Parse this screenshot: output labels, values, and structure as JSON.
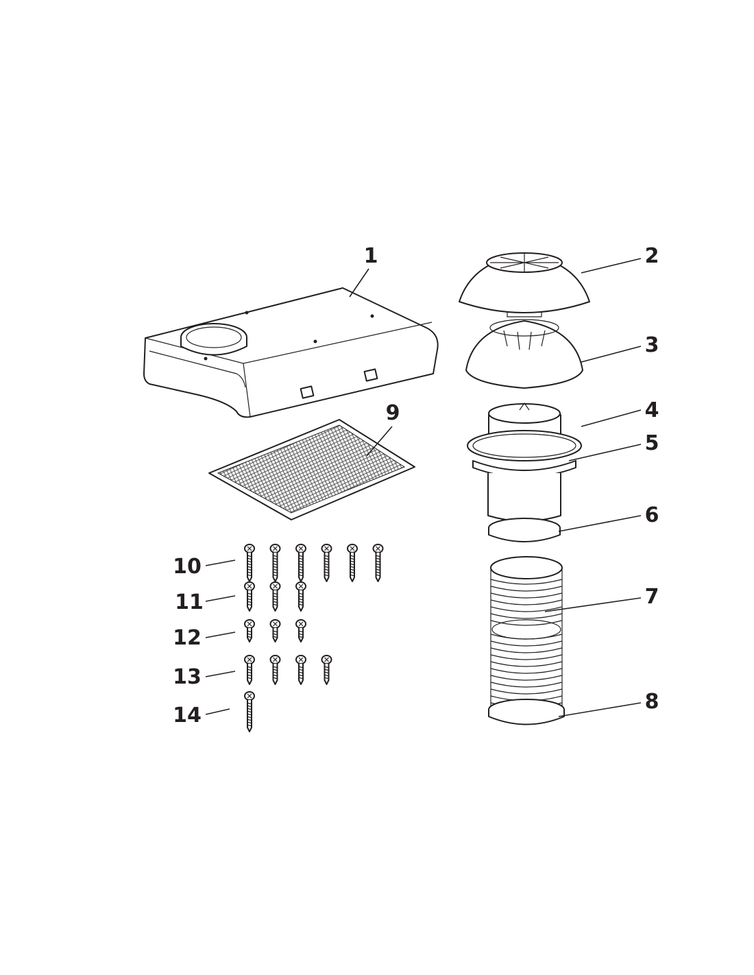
{
  "diagram": {
    "callouts": [
      {
        "id": "1",
        "part": "range-hood"
      },
      {
        "id": "2",
        "part": "vent-cap-top"
      },
      {
        "id": "3",
        "part": "vent-cap-cover"
      },
      {
        "id": "4",
        "part": "damper"
      },
      {
        "id": "5",
        "part": "roof-flange"
      },
      {
        "id": "6",
        "part": "hose-clamp-upper"
      },
      {
        "id": "7",
        "part": "flexible-duct"
      },
      {
        "id": "8",
        "part": "hose-clamp-lower"
      },
      {
        "id": "9",
        "part": "grease-filter"
      },
      {
        "id": "10",
        "part": "screw-set-10"
      },
      {
        "id": "11",
        "part": "screw-set-11"
      },
      {
        "id": "12",
        "part": "screw-set-12"
      },
      {
        "id": "13",
        "part": "screw-set-13"
      },
      {
        "id": "14",
        "part": "screw-set-14"
      }
    ],
    "screw_groups": [
      {
        "callout": "10",
        "count": 6,
        "length": "long"
      },
      {
        "callout": "11",
        "count": 3,
        "length": "medium"
      },
      {
        "callout": "12",
        "count": 3,
        "length": "short"
      },
      {
        "callout": "13",
        "count": 4,
        "length": "medium"
      },
      {
        "callout": "14",
        "count": 1,
        "length": "extra-long"
      }
    ],
    "line_color": "#231f20"
  }
}
